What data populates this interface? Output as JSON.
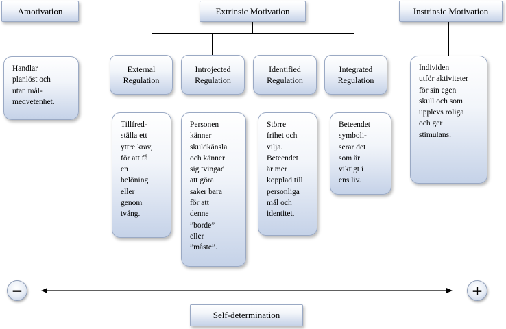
{
  "headers": {
    "amotivation": "Amotivation",
    "extrinsic": "Extrinsic Motivation",
    "intrinsic": "Instrinsic Motivation"
  },
  "regulations": {
    "external": "External\nRegulation",
    "introjected": "Introjected\nRegulation",
    "identified": "Identified\nRegulation",
    "integrated": "Integrated\nRegulation"
  },
  "descriptions": {
    "amotivation": "Handlar\nplanlöst och\nutan mål-\nmedvetenhet.",
    "external": "Tillfred-\nställa ett\nyttre krav,\nför att få\nen\nbelöning\neller\ngenom\ntvång.",
    "introjected": "Personen\nkänner\nskuldkänsla\noch känner\nsig tvingad\natt göra\nsaker bara\nför att\ndenne\n”borde”\neller\n”måste”.",
    "identified": "Större\nfrihet och\nvilja.\nBeteendet\när mer\nkopplad till\npersonliga\nmål och\nidentitet.",
    "integrated": "Beteendet\nsymboli-\nserar det\nsom är\nviktigt i\nens liv.",
    "intrinsic": "Individen\nutför aktiviteter\nför sin egen\nskull och som\nupplevs roliga\noch ger\nstimulans."
  },
  "scale": {
    "minus": "−",
    "plus": "+",
    "label": "Self-determination"
  }
}
